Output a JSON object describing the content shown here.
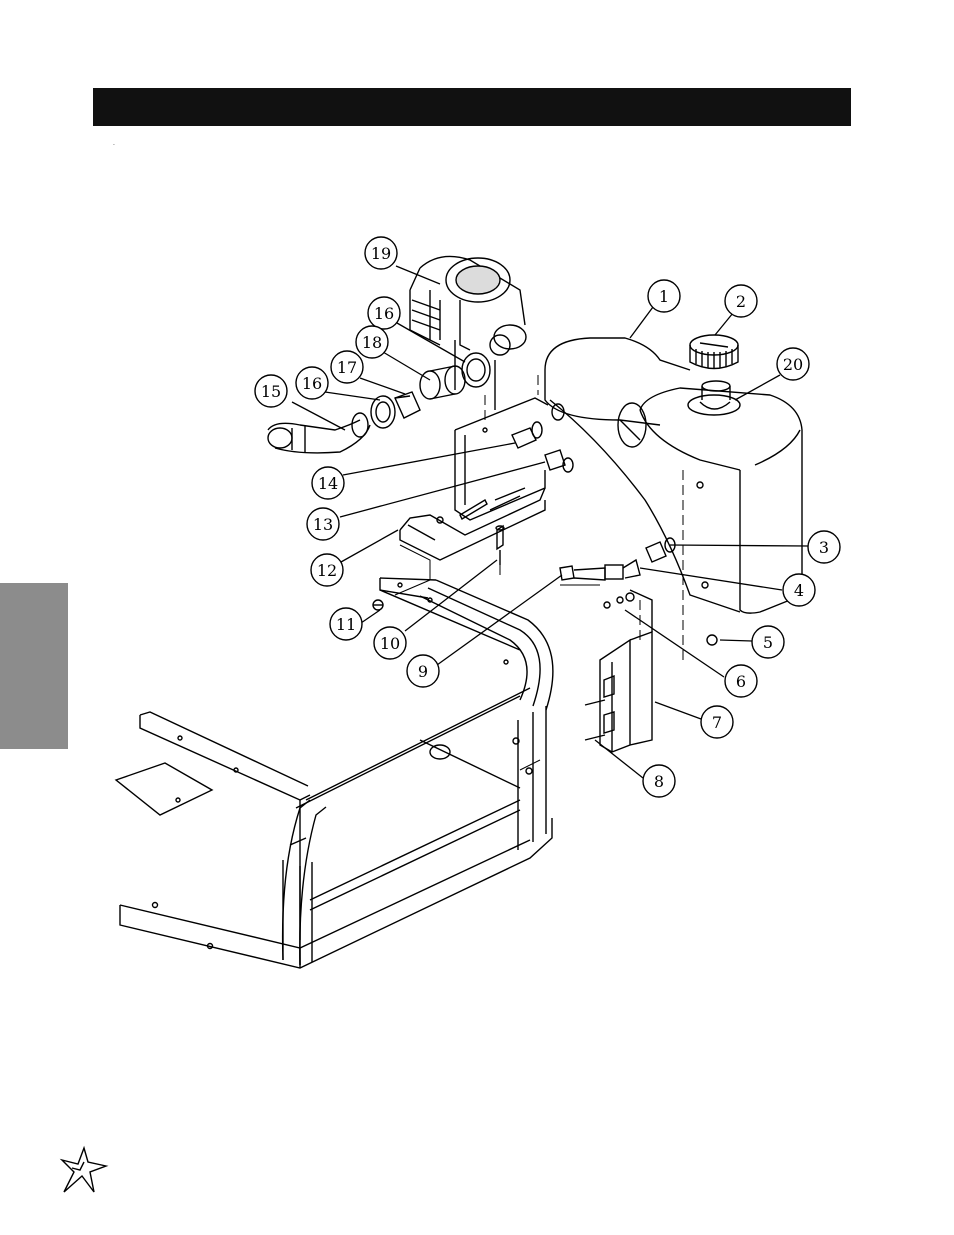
{
  "header": {
    "title": ""
  },
  "callouts": [
    {
      "id": "c1",
      "label": "1"
    },
    {
      "id": "c2",
      "label": "2"
    },
    {
      "id": "c3",
      "label": "3"
    },
    {
      "id": "c4",
      "label": "4"
    },
    {
      "id": "c5",
      "label": "5"
    },
    {
      "id": "c6",
      "label": "6"
    },
    {
      "id": "c7",
      "label": "7"
    },
    {
      "id": "c8",
      "label": "8"
    },
    {
      "id": "c9",
      "label": "9"
    },
    {
      "id": "c10",
      "label": "10"
    },
    {
      "id": "c11",
      "label": "11"
    },
    {
      "id": "c12",
      "label": "12"
    },
    {
      "id": "c13",
      "label": "13"
    },
    {
      "id": "c14",
      "label": "14"
    },
    {
      "id": "c15",
      "label": "15"
    },
    {
      "id": "c16a",
      "label": "16"
    },
    {
      "id": "c16b",
      "label": "16"
    },
    {
      "id": "c17",
      "label": "17"
    },
    {
      "id": "c18",
      "label": "18"
    },
    {
      "id": "c19",
      "label": "19"
    },
    {
      "id": "c20",
      "label": "20"
    }
  ],
  "icons": {
    "logo": "starburst-logo-icon"
  },
  "colors": {
    "header_bar": "#111111",
    "side_tab": "#8c8c8c",
    "line": "#000000"
  }
}
